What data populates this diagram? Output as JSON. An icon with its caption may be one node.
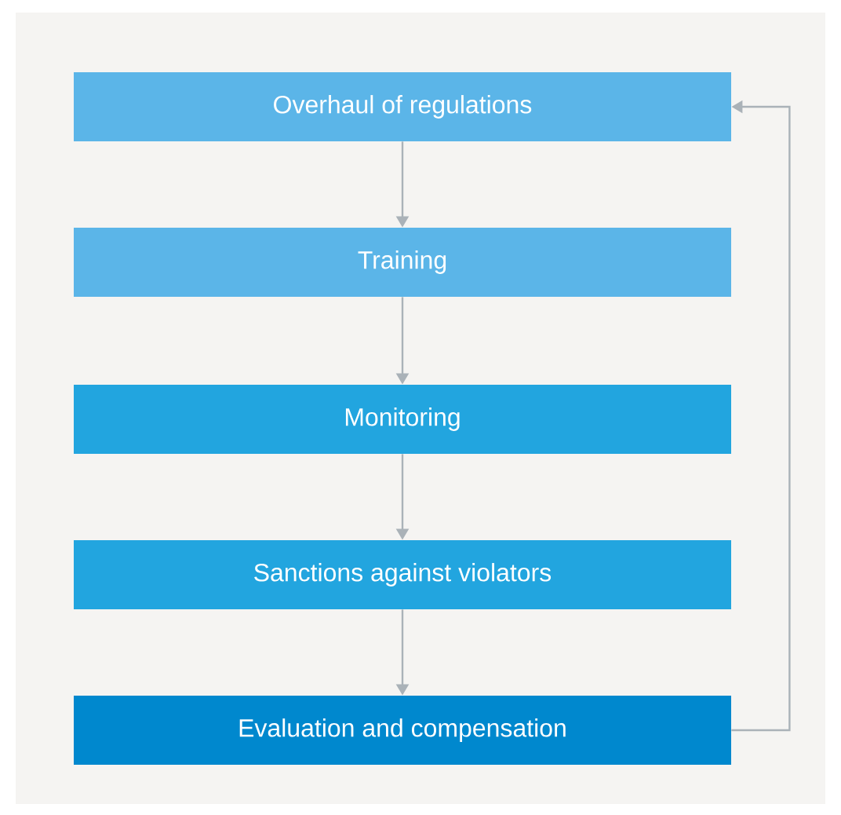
{
  "diagram": {
    "nodes": [
      {
        "text": [
          "Overhaul of regulations"
        ]
      },
      {
        "text": [
          "Training"
        ]
      },
      {
        "text": [
          "Monitoring"
        ]
      },
      {
        "text": [
          "Sanctions against violators"
        ]
      },
      {
        "text": [
          "Evaluation and compensation"
        ]
      }
    ],
    "edges": [
      {
        "from": 0,
        "to": 1,
        "arrow": "to"
      },
      {
        "from": 1,
        "to": 2,
        "arrow": "to"
      },
      {
        "from": 2,
        "to": 3,
        "arrow": "to"
      },
      {
        "from": 3,
        "to": 4,
        "arrow": "to"
      },
      {
        "from": 4,
        "to": 0,
        "arrow": "to"
      }
    ]
  }
}
